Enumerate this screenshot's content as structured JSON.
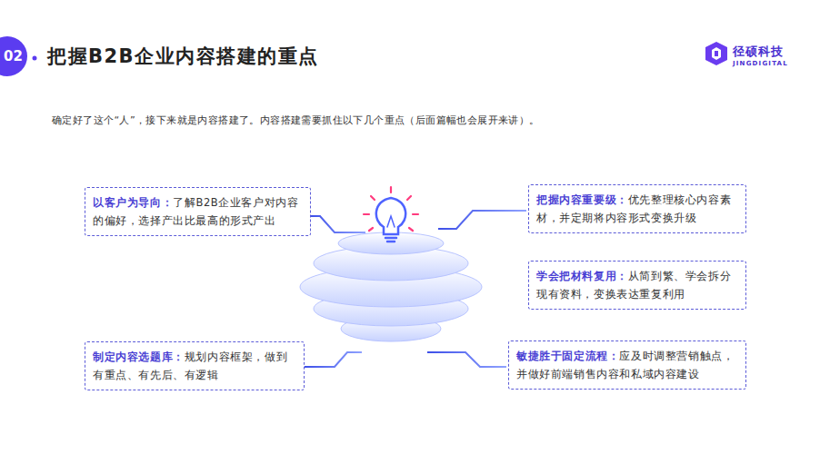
{
  "diagram": {
    "title": "把握B2B企业内容搭建的重点",
    "nodes": [
      {
        "text": [
          "以客户为导向：",
          "了解B2B企业客户对内容的偏好，选择产出比最高的形式产出"
        ]
      },
      {
        "text": [
          "把握内容重要级：",
          "优先整理核心内容素材，并定期将内容形式变换升级"
        ]
      },
      {
        "text": [
          "学会把材料复用：",
          "从简到繁、学会拆分现有资料，变换表达重复利用"
        ]
      },
      {
        "text": [
          "制定内容选题库：",
          "规划内容框架，做到有重点、有先后、有逻辑"
        ]
      },
      {
        "text": [
          "敏捷胜于固定流程：",
          "应及时调整营销触点，并做好前端销售内容和私域内容建设"
        ]
      }
    ],
    "labels": [
      "02",
      "径硕科技",
      "JINGDIGITAL",
      "确定好了这个“人”，接下来就是内容搭建了。内容搭建需要抓住以下几个重点（后面篇幅也会展开来讲）。"
    ]
  }
}
